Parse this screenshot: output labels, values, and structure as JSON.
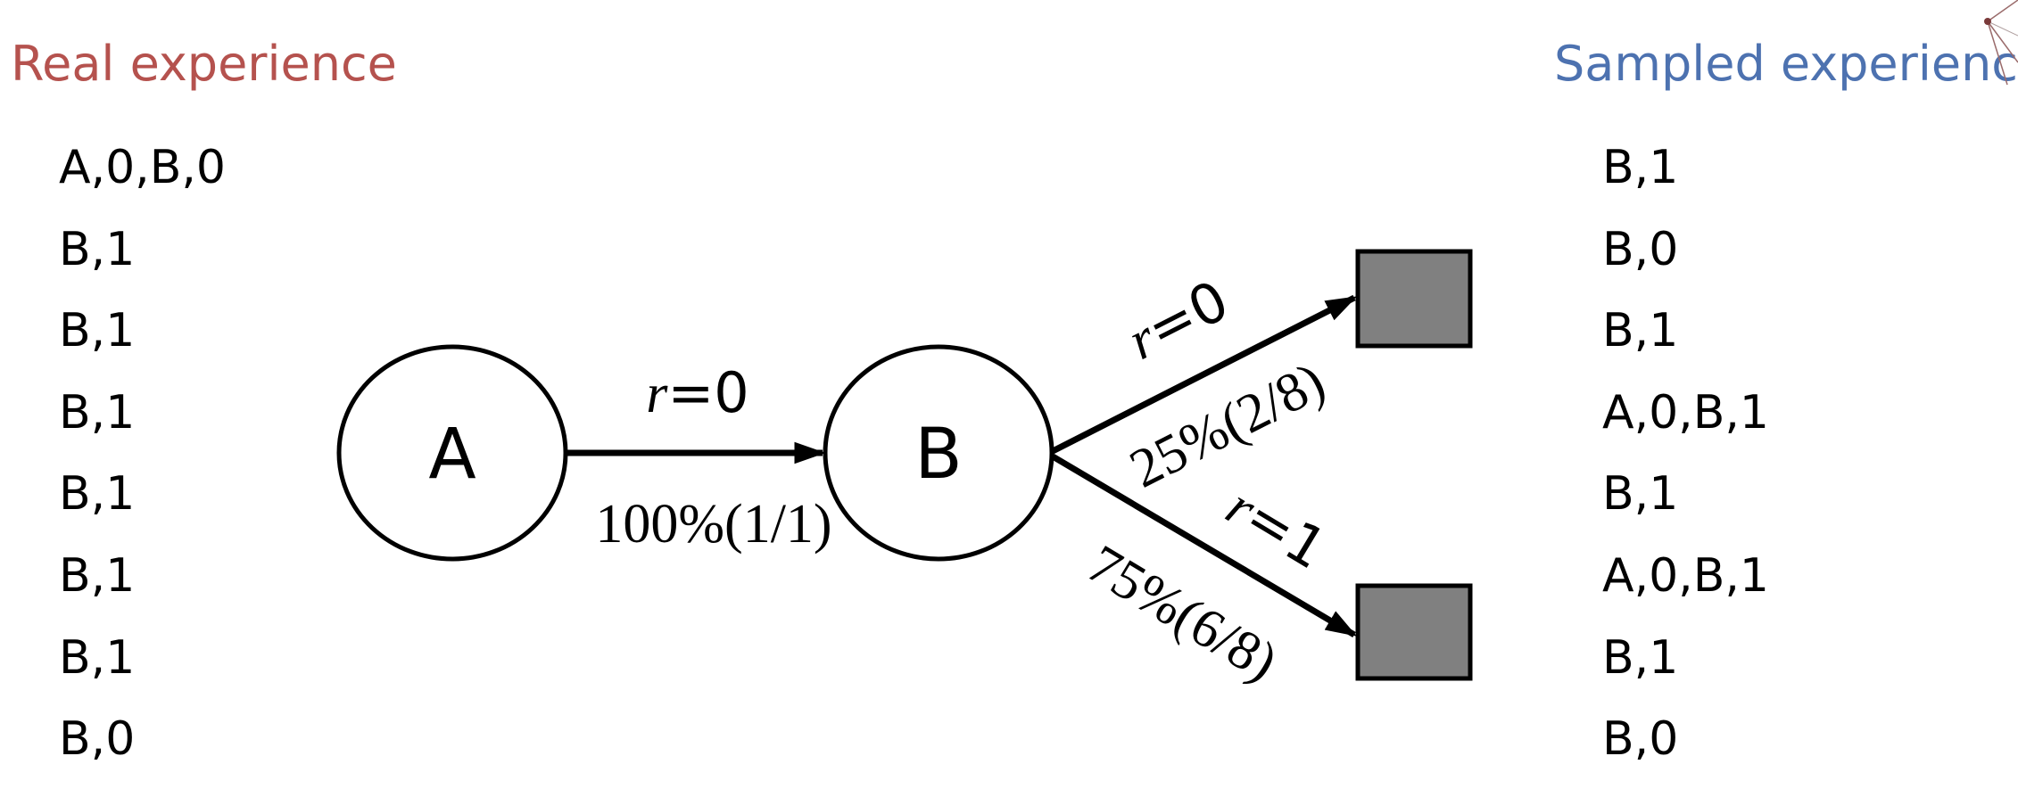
{
  "colors": {
    "real": "#b5524e",
    "sampled": "#4d72b0",
    "terminal": "#808080"
  },
  "real": {
    "title": "Real experience",
    "items": [
      "A,0,B,0",
      "B,1",
      "B,1",
      "B,1",
      "B,1",
      "B,1",
      "B,1",
      "B,0"
    ]
  },
  "sampled": {
    "title": "Sampled experience",
    "items": [
      "B,1",
      "B,0",
      "B,1",
      "A,0,B,1",
      "B,1",
      "A,0,B,1",
      "B,1",
      "B,0"
    ]
  },
  "diagram": {
    "states": {
      "a": "A",
      "b": "B"
    },
    "edges": {
      "a_to_b": {
        "r_var": "r",
        "r_val": "=0",
        "prob": "100%(1/1)"
      },
      "b_to_top": {
        "r_var": "r",
        "r_val": "=0",
        "prob": "25%(2/8)"
      },
      "b_to_bottom": {
        "r_var": "r",
        "r_val": "=1",
        "prob": "75%(6/8)"
      }
    }
  }
}
